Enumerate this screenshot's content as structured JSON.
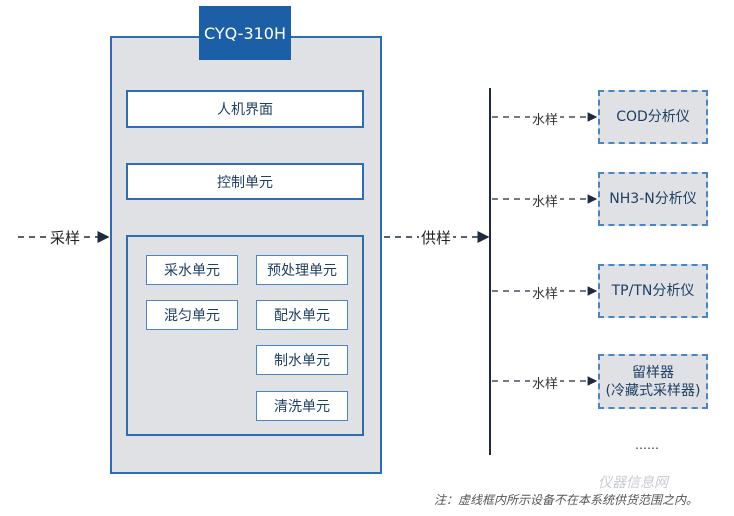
{
  "colors": {
    "brand_blue": "#1c5fa6",
    "border_blue": "#2f6db2",
    "light_blue": "#4a86c6",
    "panel_grey": "#dfe1e5",
    "line_dark": "#1e2a3f"
  },
  "device": {
    "model": "CYQ-310H",
    "hmi": "人机界面",
    "control": "控制单元",
    "units": {
      "sampling": "采水单元",
      "pretreatment": "预处理单元",
      "mixing": "混匀单元",
      "water_distribution": "配水单元",
      "water_making": "制水单元",
      "cleaning": "清洗单元"
    }
  },
  "flow": {
    "input_label": "采样",
    "output_label": "供样"
  },
  "analyzers": [
    {
      "water_label": "水样",
      "name": "COD分析仪"
    },
    {
      "water_label": "水样",
      "name": "NH3-N分析仪"
    },
    {
      "water_label": "水样",
      "name": "TP/TN分析仪"
    },
    {
      "water_label": "水样",
      "name_line1": "留样器",
      "name_line2": "(冷藏式采样器)"
    }
  ],
  "more": "……",
  "note": "注：虚线框内所示设备不在本系统供货范围之内。",
  "watermark": "仪器信息网"
}
